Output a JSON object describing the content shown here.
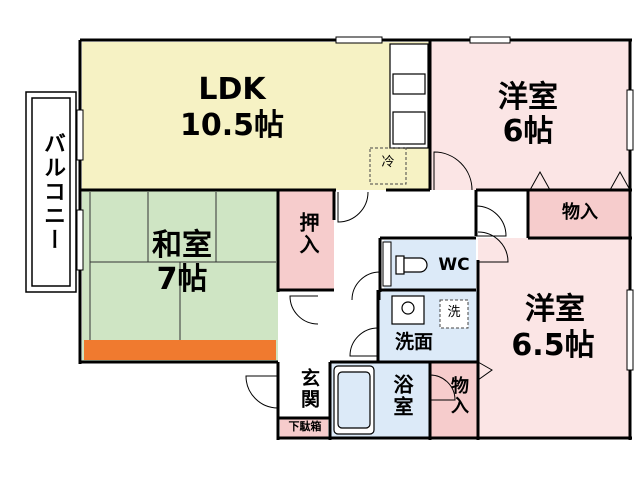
{
  "rooms": {
    "ldk": {
      "name": "LDK",
      "size": "10.5帖"
    },
    "washitsu": {
      "name": "和室",
      "size": "7帖"
    },
    "yoshitsu_top": {
      "name": "洋室",
      "size": "6帖"
    },
    "yoshitsu_bottom": {
      "name": "洋室",
      "size": "6.5帖"
    },
    "balcony": "バルコニー",
    "oshiire": "押入",
    "monoire_top": "物入",
    "monoire_bottom": "物入",
    "wc": "WC",
    "senmen": "洗面",
    "yokushitsu": "浴室",
    "genkan": "玄関",
    "getabako": "下駄箱",
    "fridge_mark": "冷",
    "washer_mark": "洗"
  },
  "colors": {
    "ldk": "#f6f2c4",
    "washitsu": "#cfe5c4",
    "yoshitsu": "#fbe5e5",
    "storage": "#f6cccc",
    "wet_area": "#dceaf8",
    "tatami_edge": "#f07a2f",
    "wall": "#000000"
  }
}
